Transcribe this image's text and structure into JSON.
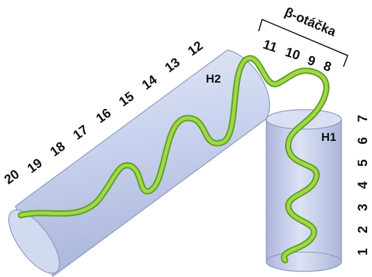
{
  "labels": {
    "turn": "β-otáčka",
    "h1": "H1",
    "h2": "H2"
  },
  "numbers_h1": [
    "1",
    "2",
    "3",
    "4",
    "5",
    "6",
    "7"
  ],
  "numbers_h2": [
    "12",
    "13",
    "14",
    "15",
    "16",
    "17",
    "18",
    "19",
    "20"
  ],
  "numbers_turn": [
    "8",
    "9",
    "10",
    "11"
  ],
  "colors": {
    "cylinder_fill": "#c9d3ee",
    "cylinder_stroke": "#8b97b8",
    "ribbon": "#8fcc3a",
    "ribbon_dark": "#5f9e1e"
  }
}
